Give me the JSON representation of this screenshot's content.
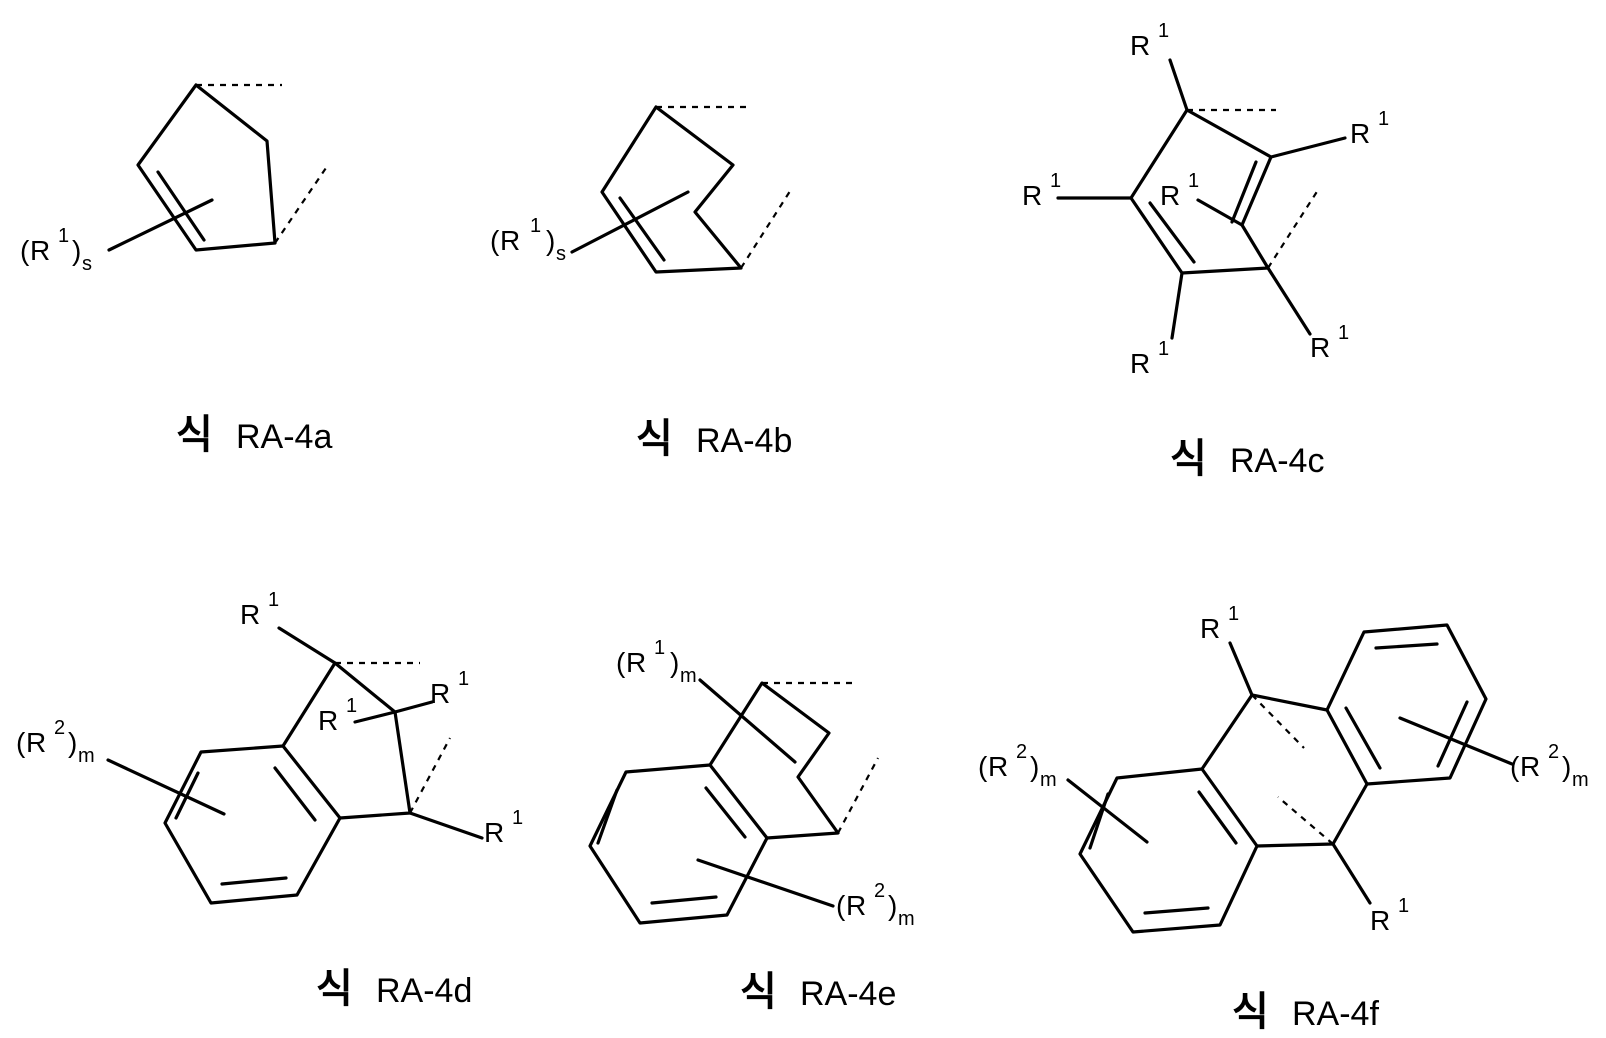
{
  "formulas": [
    {
      "prefix": "식",
      "id": "RA-4a"
    },
    {
      "prefix": "식",
      "id": "RA-4b"
    },
    {
      "prefix": "식",
      "id": "RA-4c"
    },
    {
      "prefix": "식",
      "id": "RA-4d"
    },
    {
      "prefix": "식",
      "id": "RA-4e"
    },
    {
      "prefix": "식",
      "id": "RA-4f"
    }
  ],
  "sub_labels": {
    "R": "R",
    "one": "1",
    "two": "2",
    "s": "s",
    "m": "m",
    "open": "(",
    "close": ")"
  }
}
